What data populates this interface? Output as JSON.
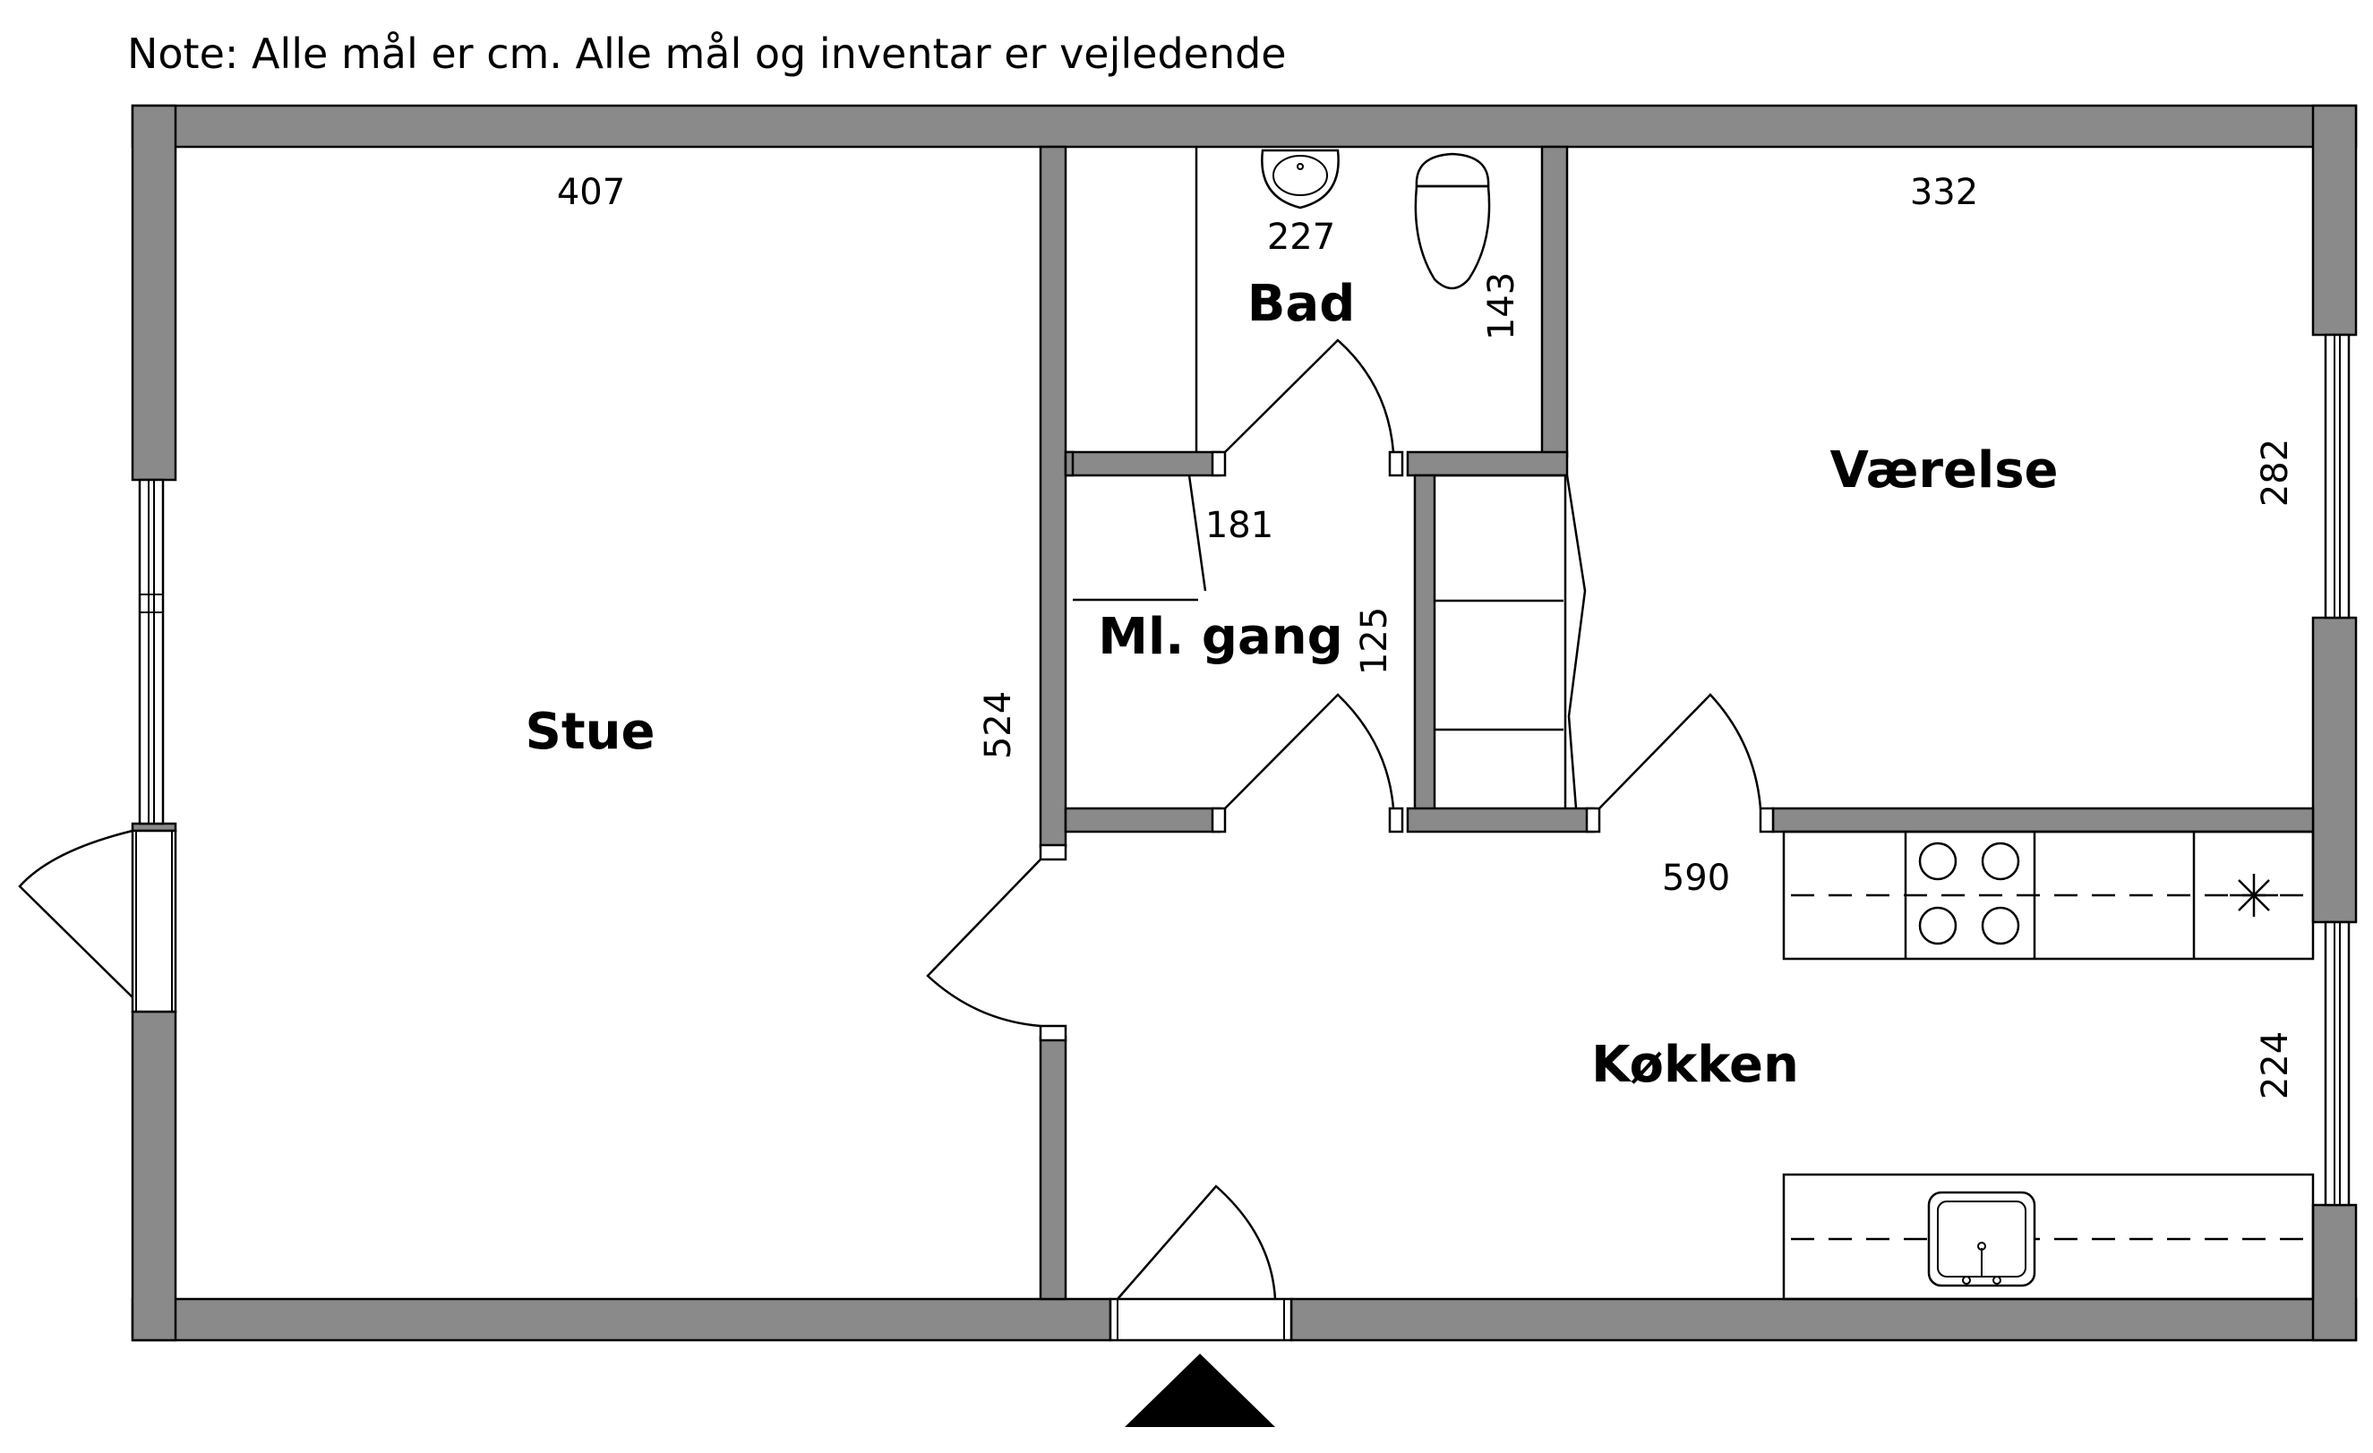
{
  "note": "Note: Alle mål er cm. Alle mål og inventar er vejledende",
  "rooms": {
    "stue": "Stue",
    "bad": "Bad",
    "gang": "Ml. gang",
    "vaerelse": "Værelse",
    "koekken": "Køkken"
  },
  "dimensions": {
    "stue_width": "407",
    "stue_depth": "524",
    "bad_width": "227",
    "bad_depth": "143",
    "gang_width": "181",
    "gang_depth": "125",
    "vaerelse_width": "332",
    "vaerelse_depth": "282",
    "koekken_width": "590",
    "koekken_depth": "224"
  },
  "colors": {
    "wall": "#8a8a8a",
    "line": "#000000",
    "background": "#ffffff"
  }
}
